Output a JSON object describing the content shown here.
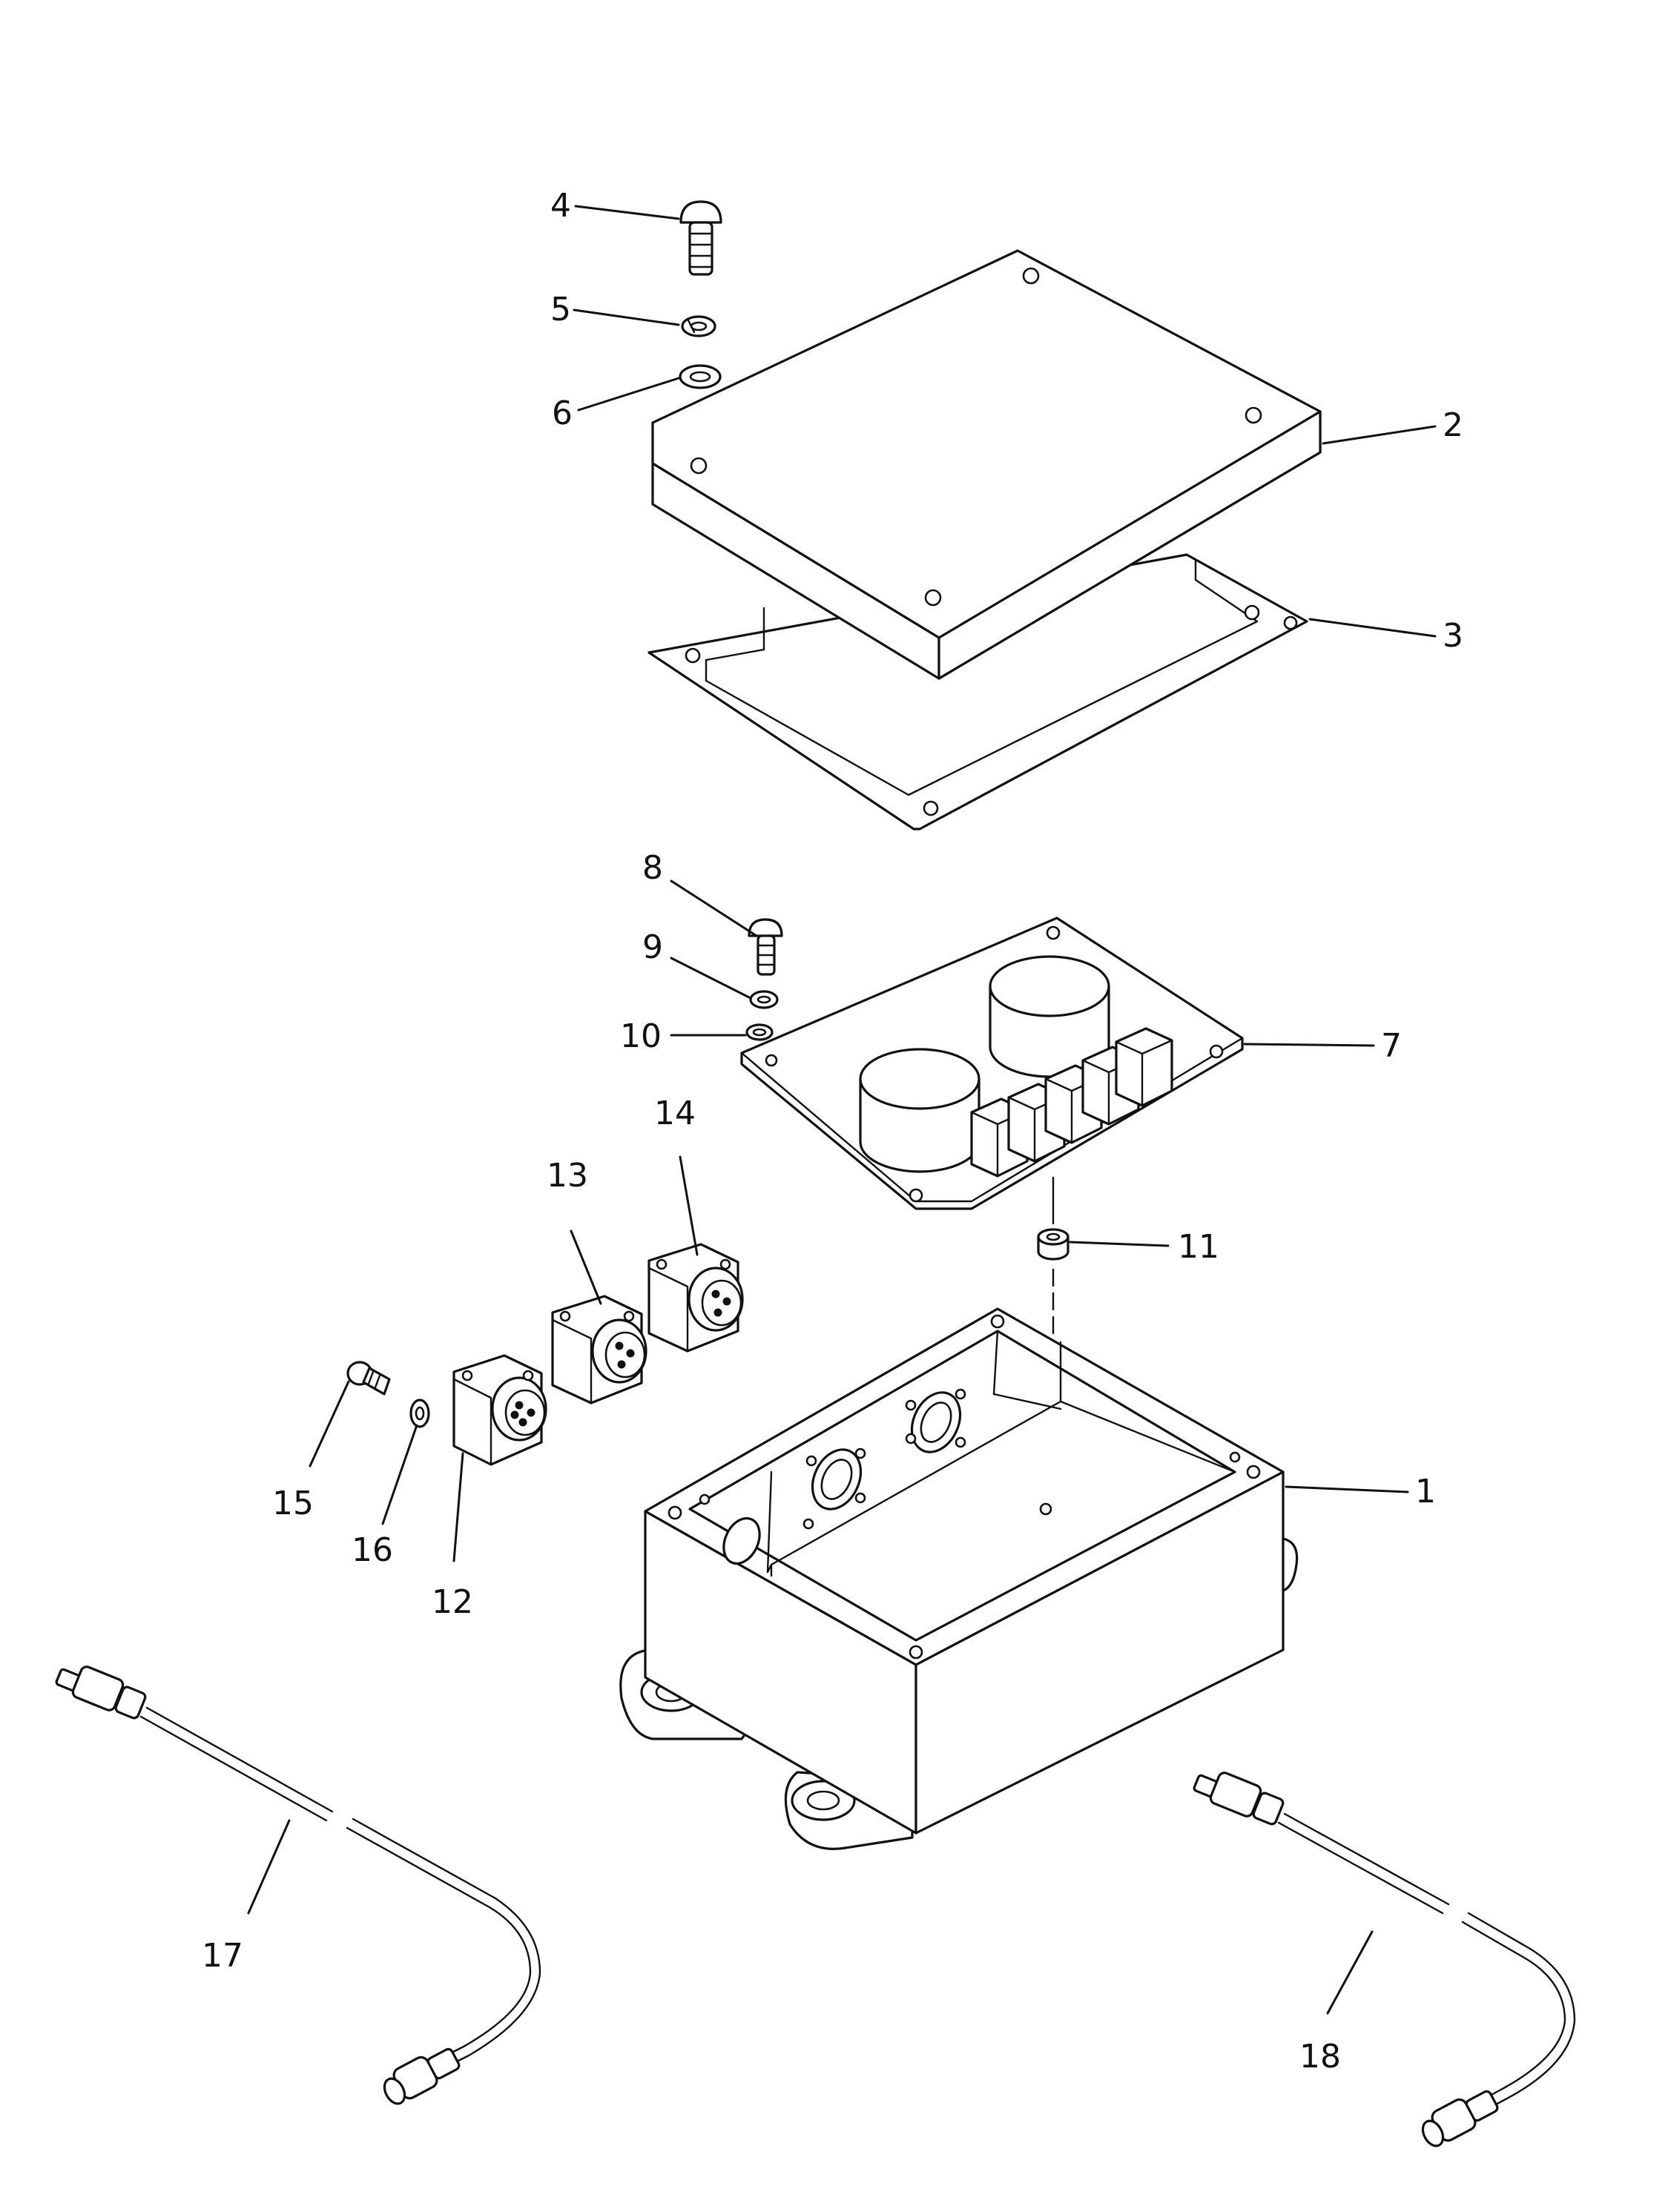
{
  "diagram": {
    "kind": "exploded parts view",
    "parts": [
      {
        "id": "part-1",
        "number": "1",
        "label_anchor": "end"
      },
      {
        "id": "part-2",
        "number": "2",
        "label_anchor": "start"
      },
      {
        "id": "part-3",
        "number": "3",
        "label_anchor": "start"
      },
      {
        "id": "part-4",
        "number": "4",
        "label_anchor": "end"
      },
      {
        "id": "part-5",
        "number": "5",
        "label_anchor": "end"
      },
      {
        "id": "part-6",
        "number": "6",
        "label_anchor": "end"
      },
      {
        "id": "part-7",
        "number": "7",
        "label_anchor": "start"
      },
      {
        "id": "part-8",
        "number": "8",
        "label_anchor": "middle"
      },
      {
        "id": "part-9",
        "number": "9",
        "label_anchor": "middle"
      },
      {
        "id": "part-10",
        "number": "10",
        "label_anchor": "end"
      },
      {
        "id": "part-11",
        "number": "11",
        "label_anchor": "start"
      },
      {
        "id": "part-12",
        "number": "12",
        "label_anchor": "middle"
      },
      {
        "id": "part-13",
        "number": "13",
        "label_anchor": "middle"
      },
      {
        "id": "part-14",
        "number": "14",
        "label_anchor": "middle"
      },
      {
        "id": "part-15",
        "number": "15",
        "label_anchor": "middle"
      },
      {
        "id": "part-16",
        "number": "16",
        "label_anchor": "middle"
      },
      {
        "id": "part-17",
        "number": "17",
        "label_anchor": "middle"
      },
      {
        "id": "part-18",
        "number": "18",
        "label_anchor": "middle"
      }
    ]
  }
}
